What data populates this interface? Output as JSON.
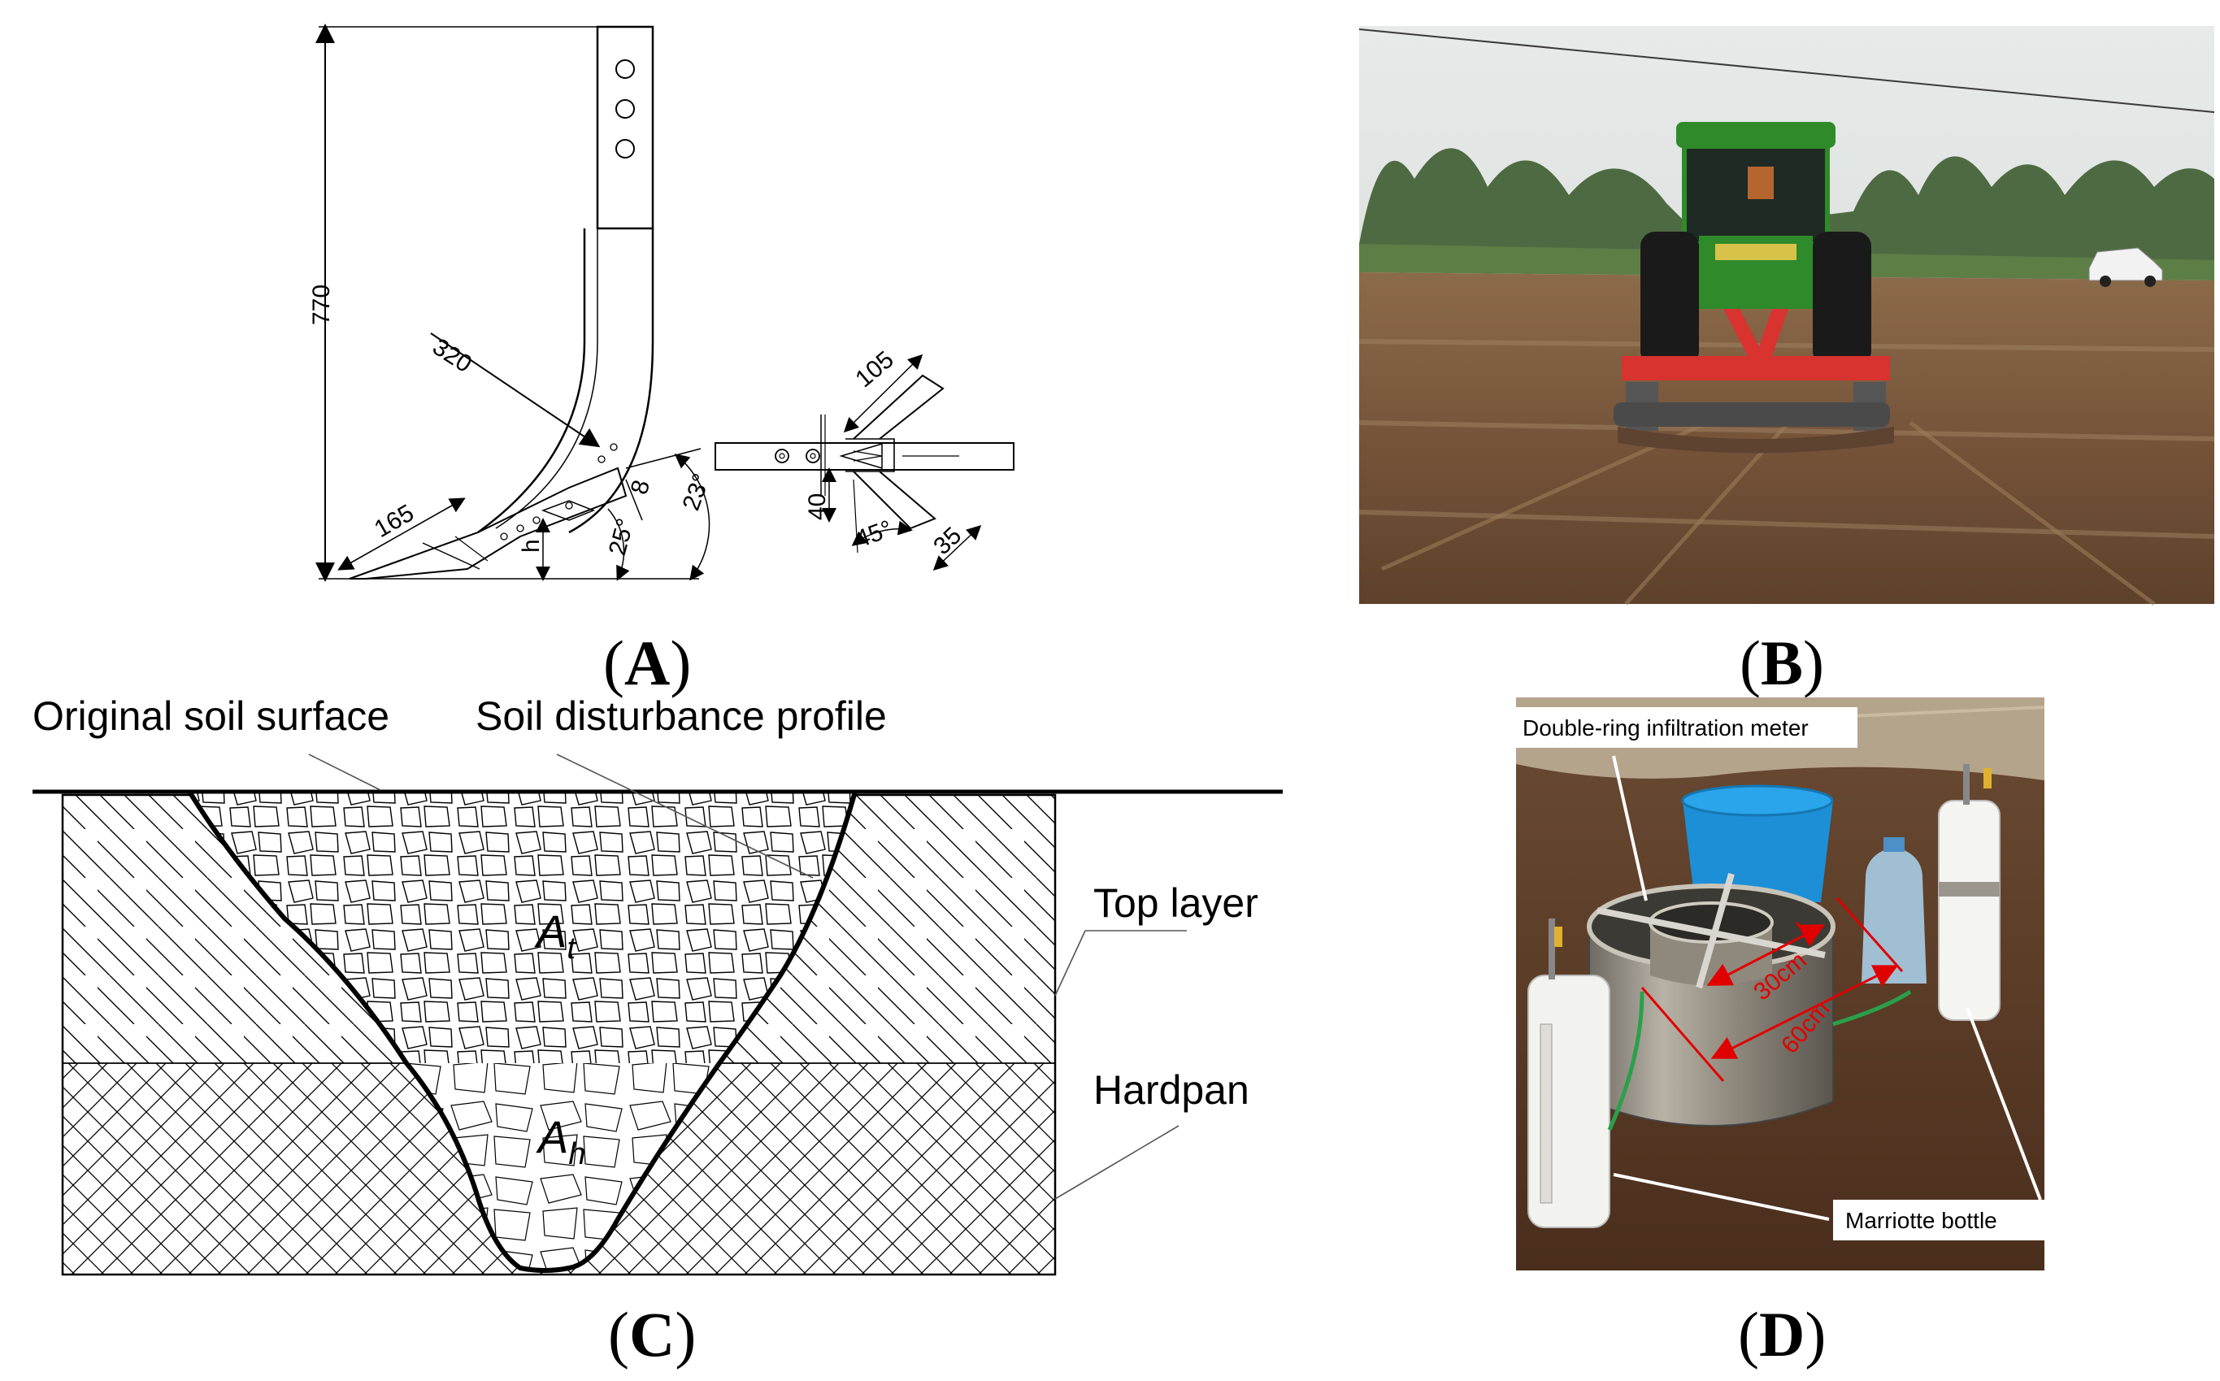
{
  "panels": {
    "a": {
      "label_paren_open": "(",
      "label_letter": "A",
      "label_paren_close": ")",
      "dimensions": {
        "height": "770",
        "radius": "320",
        "tip_length": "165",
        "thickness": "8",
        "h": "h",
        "angle_tip": "23°",
        "angle_small": "25°",
        "wing_length": "105",
        "wing_offset": "40",
        "wing_angle": "45°",
        "wing_width": "35"
      }
    },
    "b": {
      "label_paren_open": "(",
      "label_letter": "B",
      "label_paren_close": ")"
    },
    "c": {
      "label_paren_open": "(",
      "label_letter": "C",
      "label_paren_close": ")",
      "original_surface": "Original soil surface",
      "disturbance_profile": "Soil disturbance profile",
      "top_layer": "Top layer",
      "hardpan": "Hardpan",
      "area_top": "A",
      "area_top_sub": "t",
      "area_hardpan": "A",
      "area_hardpan_sub": "h"
    },
    "d": {
      "label_paren_open": "(",
      "label_letter": "D",
      "label_paren_close": ")",
      "meter_label": "Double-ring infiltration meter",
      "bottle_label": "Marriotte bottle",
      "inner_ring": "30cm",
      "outer_ring": "60cm"
    }
  },
  "colors": {
    "soil": "#7a5a3a",
    "sky": "#dfe3e2",
    "tractor_green": "#2f8a2a",
    "implement_red": "#d8332f",
    "measure_red": "#e00000"
  }
}
